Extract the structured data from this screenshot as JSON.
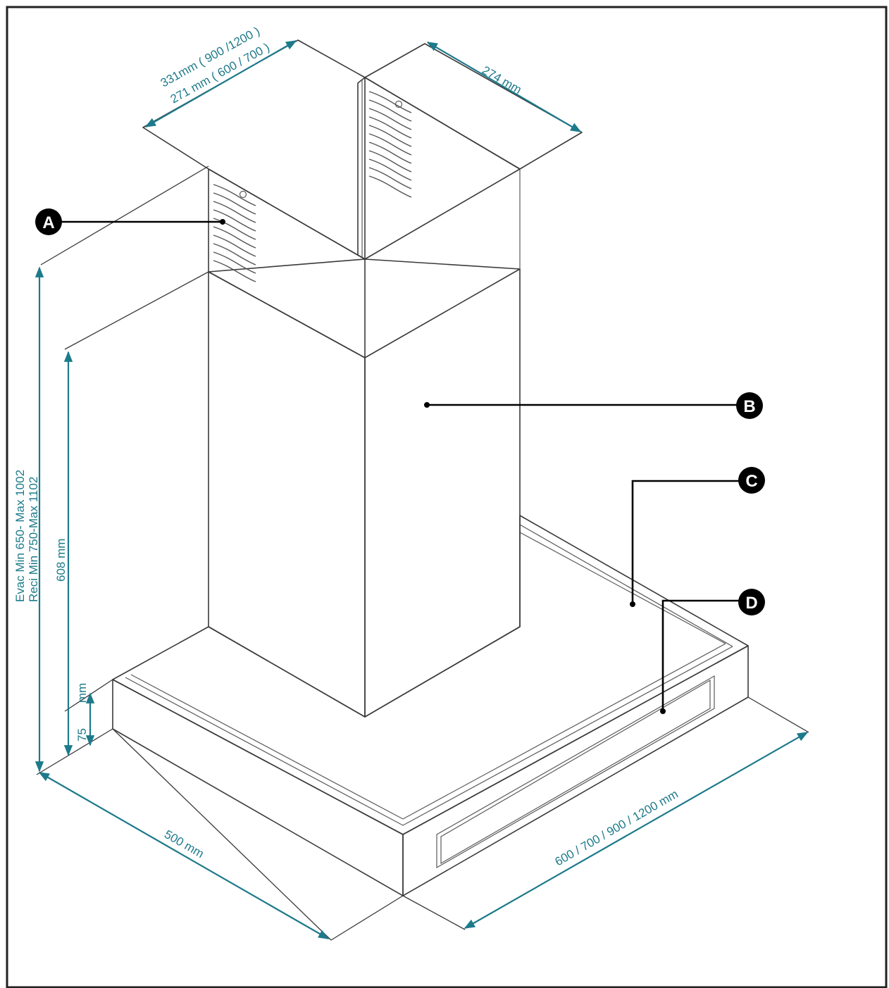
{
  "colors": {
    "dimension": "#1d7a8a",
    "outline": "#3a3a3a",
    "callout_fill": "#000000",
    "callout_text": "#ffffff"
  },
  "callouts": [
    "A",
    "B",
    "C",
    "D"
  ],
  "dimensions": {
    "top_width_line1": "331mm ( 900  /1200 )",
    "top_width_line2": "271 mm ( 600 / 700 )",
    "top_depth": "274 mm",
    "height_total_line1": "Evac Min 650- Max 1002",
    "height_total_line2": "Reci Min 750-Max 1102",
    "height_chimney": "608 mm",
    "canopy_height_value": "75",
    "canopy_height_unit": "mm",
    "base_depth": "500 mm",
    "base_width": "600 / 700 / 900 /  1200 mm"
  }
}
